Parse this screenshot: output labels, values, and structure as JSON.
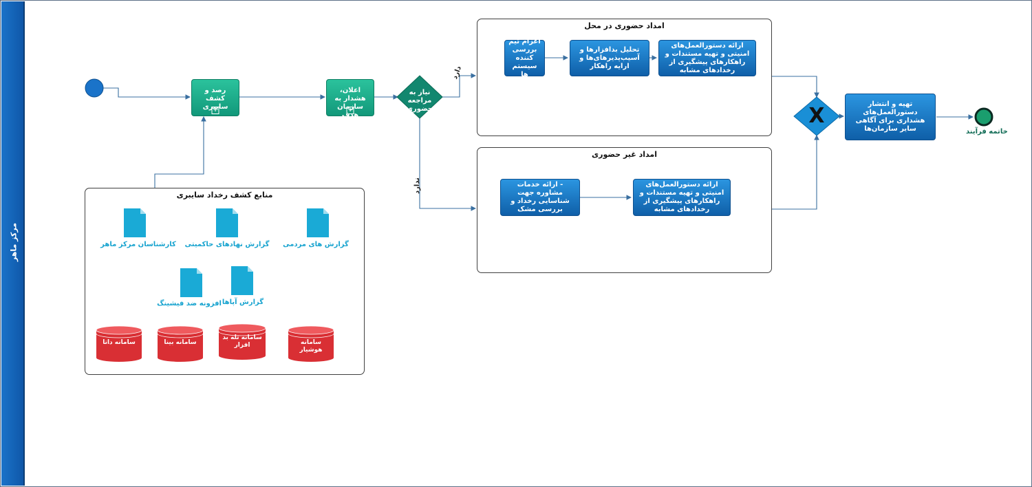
{
  "lane": {
    "label": "مرکز ماهر"
  },
  "tasks": {
    "detect": "رصد و کشف سایبری",
    "announce": "اعلان، هشدار به سازمان هدف",
    "dispatch_team": "اعزام تیم بررسی کننده سیستم ها",
    "analyze_malware": "تحلیل بدافزارها و آسیب‌پذیرهای‌ها و ارایه راهکار",
    "onsite_guidelines": "ارائه دستورالعمل‌های امنیتی و تهیه مستندات و راهکارهای پیشگیری از رخدادهای مشابه",
    "consult": "- ارائه خدمات مشاوره جهت شناسایی رخداد و بررسی مشک",
    "remote_guidelines": "ارائه دستورالعمل‌های امنیتی و تهیه مستندات و راهکارهای پیشگیری از رخدادهای مشابه",
    "publish": "تهیه و انتشار دستورالعمل‌های هشداری برای آگاهی سایر سازمان‌ها"
  },
  "gateways": {
    "decision": "نیاز به مراجعه حضوری",
    "merge_symbol": "X"
  },
  "flows": {
    "yes": "دارد",
    "no": "ندارد"
  },
  "groups": {
    "onsite": "امداد حضوری در محل",
    "remote": "امداد غیر حضوری",
    "sources": "منابع کشف رخداد سایبری"
  },
  "documents": [
    {
      "label": "کارشناسان مرکز ماهر"
    },
    {
      "label": "گزارش نهادهای حاکمیتی"
    },
    {
      "label": "گزارش های مردمی"
    },
    {
      "label": "افزونه ضد فیشینگ"
    },
    {
      "label": "گزارش آپاها"
    }
  ],
  "databases": [
    {
      "label": "سامانه داتا"
    },
    {
      "label": "سامانه بینا"
    },
    {
      "label": "سامانه تله بد افزار"
    },
    {
      "label": "سامانه هوشیار"
    }
  ],
  "end_event": {
    "label": "خاتمه فرآیند"
  },
  "colors": {
    "lane": "#1565b8",
    "task_blue": "#1a7fd0",
    "task_green": "#1fb28d",
    "gateway": "#12876f",
    "merge_gateway": "#1a8fd6",
    "document": "#1aaad6",
    "database": "#d92f34",
    "end_event": "#1a9e6e"
  }
}
